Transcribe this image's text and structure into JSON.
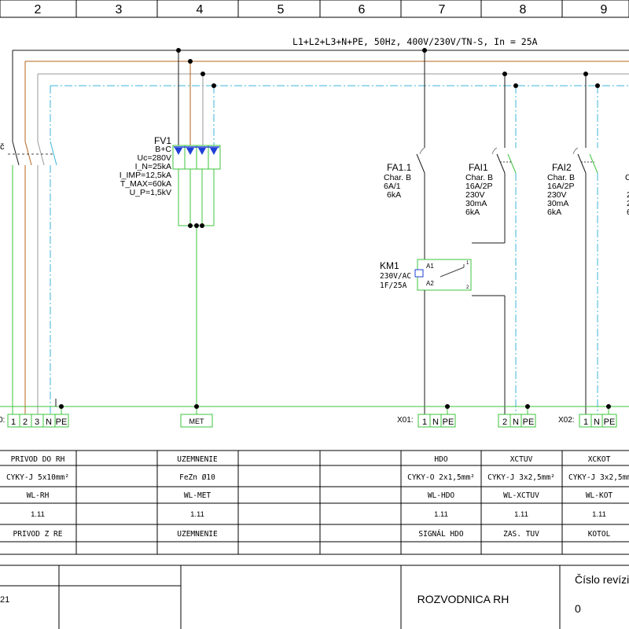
{
  "column_numbers": [
    "2",
    "3",
    "4",
    "5",
    "6",
    "7",
    "8",
    "9"
  ],
  "bus_label": "L1+L2+L3+N+PE, 50Hz, 400V/230V/TN-S, In = 25A",
  "partial_left": {
    "switch_fragment": "č",
    "terminal_prefix": "0:"
  },
  "surge": {
    "tag": "FV1",
    "lines": [
      "B+C",
      "Uc=280V",
      "I_N=25kA",
      "I_IMP=12,5kA",
      "T_MAX=60kA",
      "U_P=1,5kV"
    ]
  },
  "breakers": [
    {
      "tag": "FA1.1",
      "lines": [
        "Char. B",
        "6A/1",
        "6kA"
      ]
    },
    {
      "tag": "FAI1",
      "lines": [
        "Char. B",
        "16A/2P",
        "230V",
        "30mA",
        "6kA"
      ]
    },
    {
      "tag": "FAI2",
      "lines": [
        "Char. B",
        "16A/2P",
        "230V",
        "30mA",
        "6kA"
      ]
    }
  ],
  "cut_off_fragments": [
    "C",
    "2",
    "2",
    "6"
  ],
  "contactor": {
    "tag": "KM1",
    "lines": [
      "230V/AC",
      "1F/25A"
    ],
    "pins": {
      "a1": "A1",
      "a2": "A2",
      "p1": "1",
      "p2": "2"
    }
  },
  "terminals": {
    "feed": [
      "1",
      "2",
      "3",
      "N",
      "PE"
    ],
    "met": "MET",
    "x01_label": "X01:",
    "x01": [
      "1",
      "N",
      "PE"
    ],
    "xctuv": [
      "2",
      "N",
      "PE"
    ],
    "x02_label": "X02:",
    "x02": [
      "1",
      "N",
      "PE"
    ]
  },
  "cable_table": [
    {
      "purpose": "PRIVOD DO RH",
      "cable": "CYKY-J 5x10mm²",
      "wl": "WL-RH",
      "ref": "1.11",
      "desc": "PRIVOD Z RE"
    },
    {
      "purpose": "UZEMNENIE",
      "cable": "FeZn Ø10",
      "wl": "WL-MET",
      "ref": "1.11",
      "desc": "UZEMNENIE"
    },
    {
      "purpose": "HDO",
      "cable": "CYKY-O 2x1,5mm²",
      "wl": "WL-HDO",
      "ref": "1.11",
      "desc": "SIGNÁL HDO"
    },
    {
      "purpose": "XCTUV",
      "cable": "CYKY-J 3x2,5mm²",
      "wl": "WL-XCTUV",
      "ref": "1.11",
      "desc": "ZAS. TUV"
    },
    {
      "purpose": "XCKOT",
      "cable": "CYKY-J 3x2,5mm",
      "wl": "WL-KOT",
      "ref": "1.11",
      "desc": "KOTOL"
    }
  ],
  "title_block": {
    "date_fragment": "21",
    "drawing_title": "ROZVODNICA RH",
    "revision_label": "Číslo revízi",
    "revision_value": "0"
  },
  "colors": {
    "brown": "#b5651d",
    "dark": "#1a1a1a",
    "grey": "#9a9a9a",
    "neutral_blue": "#3bb6d6",
    "pe_green": "#3ec43e",
    "surge_blue": "#1f3fd6"
  }
}
